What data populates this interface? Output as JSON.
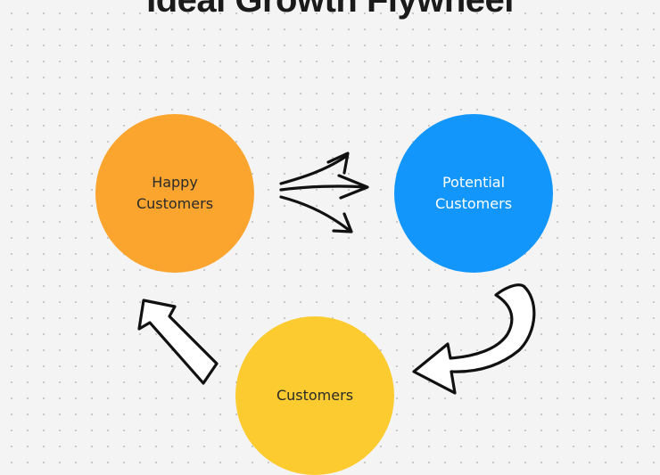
{
  "diagram": {
    "title": "Ideal Growth Flywheel",
    "nodes": [
      {
        "id": "happy",
        "label": "Happy\nCustomers",
        "color": "#fba52f"
      },
      {
        "id": "potential",
        "label": "Potential\nCustomers",
        "color": "#1296fb"
      },
      {
        "id": "customers",
        "label": "Customers",
        "color": "#fccb2f"
      }
    ],
    "edges": [
      {
        "from": "happy",
        "to": "potential"
      },
      {
        "from": "potential",
        "to": "customers"
      },
      {
        "from": "customers",
        "to": "happy"
      }
    ]
  }
}
